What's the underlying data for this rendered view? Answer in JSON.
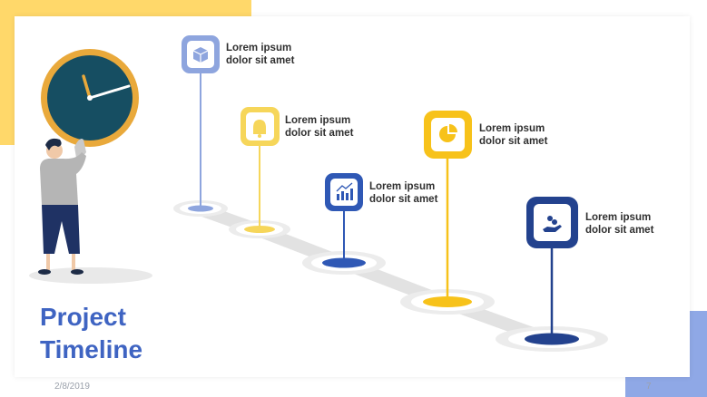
{
  "colors": {
    "yellow": "#f7c21a",
    "light_yellow": "#f6d65a",
    "blue": "#2f58b5",
    "light_blue": "#8ea5de",
    "dark_blue": "#23428e",
    "teal_clock": "#164e62",
    "gold_ring": "#e9a93b",
    "road": "#e2e2e2"
  },
  "title": {
    "line1": "Project",
    "line2": "Timeline"
  },
  "milestones": [
    {
      "icon": "box-icon",
      "color": "light_blue",
      "line1": "Lorem ipsum",
      "line2": "dolor sit amet"
    },
    {
      "icon": "bell-icon",
      "color": "light_yellow",
      "line1": "Lorem ipsum",
      "line2": "dolor sit amet"
    },
    {
      "icon": "bar-chart-icon",
      "color": "blue",
      "line1": "Lorem ipsum",
      "line2": "dolor sit amet"
    },
    {
      "icon": "pie-chart-icon",
      "color": "yellow",
      "line1": "Lorem ipsum",
      "line2": "dolor sit amet"
    },
    {
      "icon": "hand-coins-icon",
      "color": "dark_blue",
      "line1": "Lorem ipsum",
      "line2": "dolor sit amet"
    }
  ],
  "footer": {
    "date": "2/8/2019",
    "page_number": "7"
  }
}
